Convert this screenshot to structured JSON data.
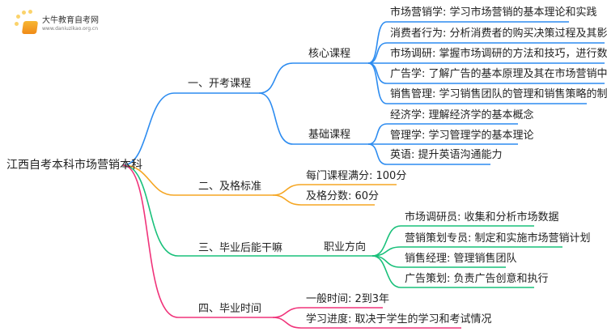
{
  "logo": {
    "name": "大牛教育自考网",
    "url": "www.daniuzikao.org.cn"
  },
  "root": "江西自考本科市场营销本科",
  "colors": {
    "b1": "#2d8cf0",
    "b2": "#f5a623",
    "b3": "#19c07a",
    "b4": "#f0337a"
  },
  "branches": [
    {
      "label": "一、开考课程",
      "groups": [
        {
          "label": "核心课程",
          "items": [
            "市场营销学: 学习市场营销的基本理论和实践",
            "消费者行为: 分析消费者的购买决策过程及其影响因素",
            "市场调研: 掌握市场调研的方法和技巧，进行数据分析",
            "广告学: 了解广告的基本原理及其在市场营销中的应用",
            "销售管理: 学习销售团队的管理和销售策略的制定"
          ]
        },
        {
          "label": "基础课程",
          "items": [
            "经济学: 理解经济学的基本概念",
            "管理学: 学习管理学的基本理论",
            "英语: 提升英语沟通能力"
          ]
        }
      ]
    },
    {
      "label": "二、及格标准",
      "items": [
        "每门课程满分: 100分",
        "及格分数: 60分"
      ]
    },
    {
      "label": "三、毕业后能干嘛",
      "groups": [
        {
          "label": "职业方向",
          "items": [
            "市场调研员: 收集和分析市场数据",
            "营销策划专员: 制定和实施市场营销计划",
            "销售经理: 管理销售团队",
            "广告策划: 负责广告创意和执行"
          ]
        }
      ]
    },
    {
      "label": "四、毕业时间",
      "items": [
        "一般时间: 2到3年",
        "学习进度: 取决于学生的学习和考试情况"
      ]
    }
  ]
}
